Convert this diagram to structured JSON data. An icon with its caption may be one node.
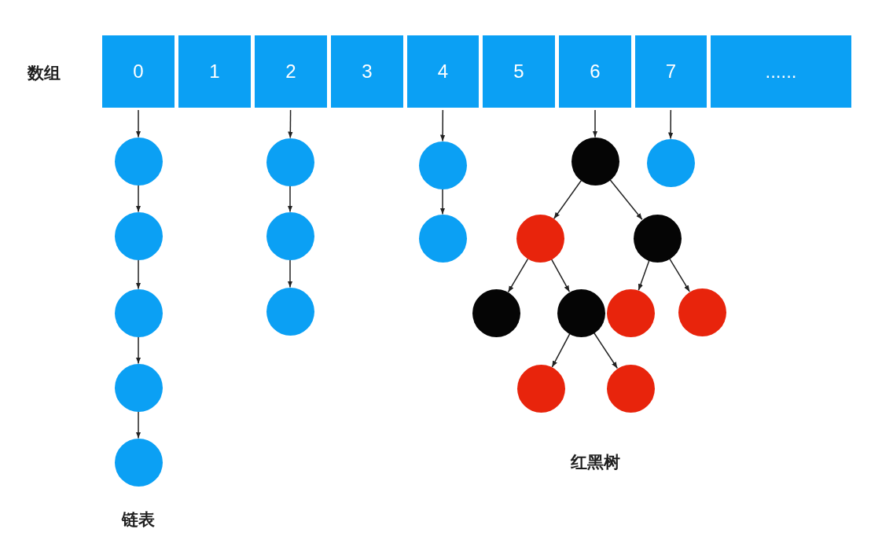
{
  "diagram": {
    "nodes": [
      {
        "text": [
          "0"
        ]
      },
      {
        "text": [
          "1"
        ]
      },
      {
        "text": [
          "2"
        ]
      },
      {
        "text": [
          "3"
        ]
      },
      {
        "text": [
          "4"
        ]
      },
      {
        "text": [
          "5"
        ]
      },
      {
        "text": [
          "6"
        ]
      },
      {
        "text": [
          "7"
        ]
      },
      {
        "text": [
          "......"
        ]
      },
      {
        "text": [],
        "shape": "circle"
      },
      {
        "text": [],
        "shape": "circle"
      },
      {
        "text": [],
        "shape": "circle"
      },
      {
        "text": [],
        "shape": "circle"
      },
      {
        "text": [],
        "shape": "circle"
      },
      {
        "text": [],
        "shape": "circle"
      },
      {
        "text": [],
        "shape": "circle"
      },
      {
        "text": [],
        "shape": "circle"
      },
      {
        "text": [],
        "shape": "circle"
      },
      {
        "text": [],
        "shape": "circle"
      },
      {
        "text": [],
        "shape": "circle"
      },
      {
        "text": [],
        "shape": "circle"
      },
      {
        "text": [],
        "shape": "circle"
      },
      {
        "text": [],
        "shape": "circle"
      },
      {
        "text": [],
        "shape": "circle"
      },
      {
        "text": [],
        "shape": "circle"
      },
      {
        "text": [],
        "shape": "circle"
      },
      {
        "text": [],
        "shape": "circle"
      },
      {
        "text": [],
        "shape": "circle"
      },
      {
        "text": [],
        "shape": "circle"
      }
    ],
    "edges": [
      {
        "from": 0,
        "to": 9,
        "arrow": "to"
      },
      {
        "from": 9,
        "to": 14,
        "arrow": "to"
      },
      {
        "from": 14,
        "to": 19,
        "arrow": "to"
      },
      {
        "from": 19,
        "to": 25,
        "arrow": "to"
      },
      {
        "from": 25,
        "to": 28,
        "arrow": "to"
      },
      {
        "from": 2,
        "to": 10,
        "arrow": "to"
      },
      {
        "from": 10,
        "to": 15,
        "arrow": "to"
      },
      {
        "from": 15,
        "to": 20,
        "arrow": "to"
      },
      {
        "from": 4,
        "to": 11,
        "arrow": "to"
      },
      {
        "from": 11,
        "to": 16,
        "arrow": "to"
      },
      {
        "from": 6,
        "to": 12,
        "arrow": "to"
      },
      {
        "from": 12,
        "to": 17,
        "arrow": "to"
      },
      {
        "from": 12,
        "to": 18,
        "arrow": "to"
      },
      {
        "from": 17,
        "to": 21,
        "arrow": "to"
      },
      {
        "from": 17,
        "to": 22,
        "arrow": "to"
      },
      {
        "from": 18,
        "to": 23,
        "arrow": "to"
      },
      {
        "from": 18,
        "to": 24,
        "arrow": "to"
      },
      {
        "from": 22,
        "to": 26,
        "arrow": "to"
      },
      {
        "from": 22,
        "to": 27,
        "arrow": "to"
      },
      {
        "from": 7,
        "to": 13,
        "arrow": "to"
      }
    ],
    "labels": [
      "数组",
      "链表",
      "红黑树"
    ]
  }
}
